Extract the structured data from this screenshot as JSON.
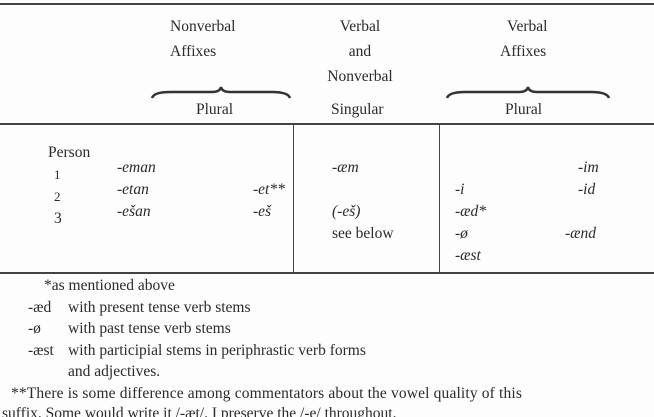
{
  "header": {
    "nonverbal_affixes": [
      "Nonverbal",
      "Affixes"
    ],
    "verbal_nonverbal": [
      "Verbal",
      "and",
      "Nonverbal"
    ],
    "verbal_affixes": [
      "Verbal",
      "Affixes"
    ],
    "sub_left": "Plural",
    "sub_mid": "Singular",
    "sub_right": "Plural"
  },
  "rows": {
    "person_label": "Person",
    "persons": [
      "1",
      "2",
      "3"
    ]
  },
  "nonverbal": {
    "plural": [
      "-eman",
      "-etan",
      "-ešan"
    ],
    "singular": [
      "-et**",
      "-eš"
    ]
  },
  "middle": {
    "p1": "-æm",
    "p3": "(-eš)",
    "see": "see below"
  },
  "verbal": {
    "p1_sg": "-im",
    "p2_pl": "-i",
    "p2_sg": "-id",
    "p3_a": "-æd*",
    "p3_b": "-ø",
    "p3_c": "-ænd",
    "p3_d": "-æst"
  },
  "footnotes": {
    "star": "*as mentioned above",
    "items": [
      {
        "suffix": "-æd",
        "text": "with present tense verb stems"
      },
      {
        "suffix": "-ø",
        "text": "with past tense verb stems"
      },
      {
        "suffix": "-æst",
        "text": "with participial stems in periphrastic verb forms"
      }
    ],
    "cont": "and adjectives.",
    "double_star_1": "**There is some difference among commentators about the vowel quality of this",
    "double_star_2": "suffix. Some would write it /-æt/. I preserve the /-e/ throughout."
  }
}
